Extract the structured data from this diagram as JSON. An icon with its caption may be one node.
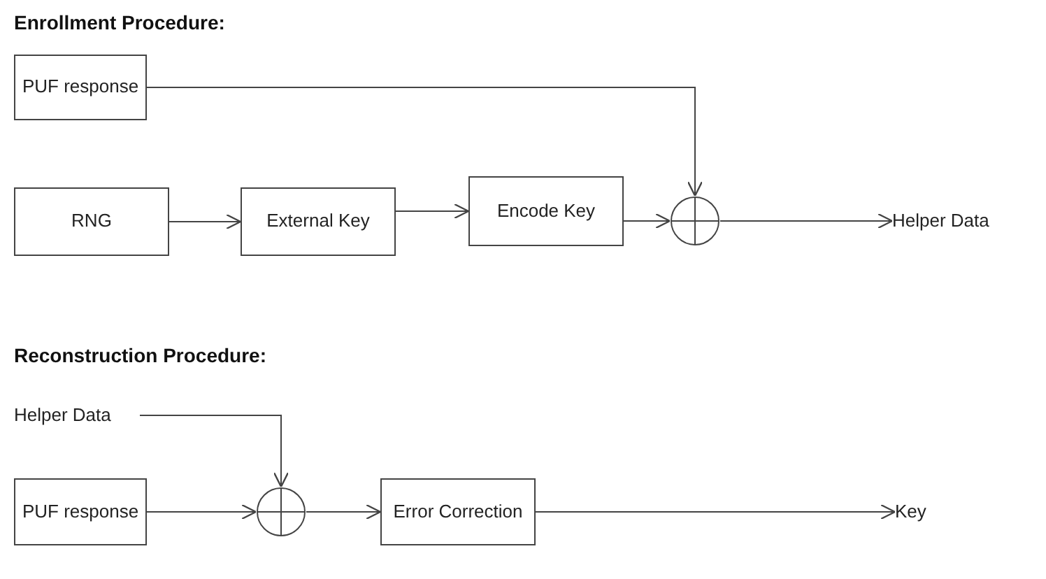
{
  "diagram": {
    "nodes": [
      {
        "text": [
          "PUF response"
        ]
      },
      {
        "text": [
          "RNG"
        ]
      },
      {
        "text": [
          "External Key"
        ]
      },
      {
        "text": [
          "Encode Key"
        ]
      },
      {
        "text": [],
        "shape": "circle"
      },
      {
        "text": [
          "Helper Data"
        ]
      },
      {
        "text": [
          "Helper Data"
        ]
      },
      {
        "text": [
          "PUF response"
        ]
      },
      {
        "text": [],
        "shape": "circle"
      },
      {
        "text": [
          "Error Correction"
        ]
      },
      {
        "text": [
          "Key"
        ]
      }
    ],
    "edges": [
      {
        "from": 0,
        "to": 4,
        "arrow": "to"
      },
      {
        "from": 1,
        "to": 2,
        "arrow": "to"
      },
      {
        "from": 2,
        "to": 3,
        "arrow": "to"
      },
      {
        "from": 3,
        "to": 4,
        "arrow": "to"
      },
      {
        "from": 4,
        "to": 5,
        "arrow": "to"
      },
      {
        "from": 6,
        "to": 8,
        "arrow": "to"
      },
      {
        "from": 7,
        "to": 8,
        "arrow": "to"
      },
      {
        "from": 8,
        "to": 9,
        "arrow": "to"
      },
      {
        "from": 9,
        "to": 10,
        "arrow": "to"
      }
    ],
    "labels": [
      "Enrollment Procedure:",
      "Reconstruction Procedure:"
    ]
  }
}
